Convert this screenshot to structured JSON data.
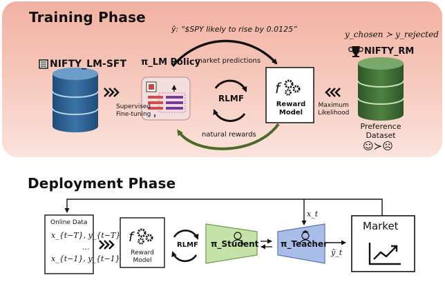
{
  "training": {
    "title": "Training Phase",
    "prediction_text": "ŷ: “$SPY likely to rise by 0.0125”",
    "pref_formula": "y_chosen ≻ y_rejected",
    "sft_dataset": "NIFTY_LM-SFT",
    "sft_label": [
      "Supervised",
      "Fine-tuning"
    ],
    "policy_label": "π_LM Policy",
    "market_predictions": "market predictions",
    "rlmf": "RLMF",
    "natural_rewards": "natural rewards",
    "reward_model": [
      "Reward",
      "Model"
    ],
    "rm_dataset": "NIFTY_RM",
    "ml_label": [
      "Maximum",
      "Likelihood"
    ],
    "pref_dataset": [
      "Preference",
      "Dataset"
    ],
    "pref_faces": "☺≻☹"
  },
  "deployment": {
    "title": "Deployment Phase",
    "online_data_title": "Online Data",
    "online_data_rows": [
      "x_{t−T}, y_{t−T}",
      "…",
      "x_{t−1}, y_{t−1}"
    ],
    "reward_model": [
      "Reward",
      "Model"
    ],
    "rlmf": "RLMF",
    "student": "π_Student",
    "teacher": "π_Teacher",
    "x_t": "x_t",
    "y_hat_t": "ŷ_t",
    "market": "Market"
  },
  "colors": {
    "training_bg": "#f4bcae",
    "deploy_bg": "#d3ecea",
    "sft_db": "#2e5f8c",
    "rm_db": "#3e6b34",
    "arrow_green": "#4a6a2a",
    "student_fill": "#c5e3a8",
    "teacher_fill": "#a8bde8"
  }
}
